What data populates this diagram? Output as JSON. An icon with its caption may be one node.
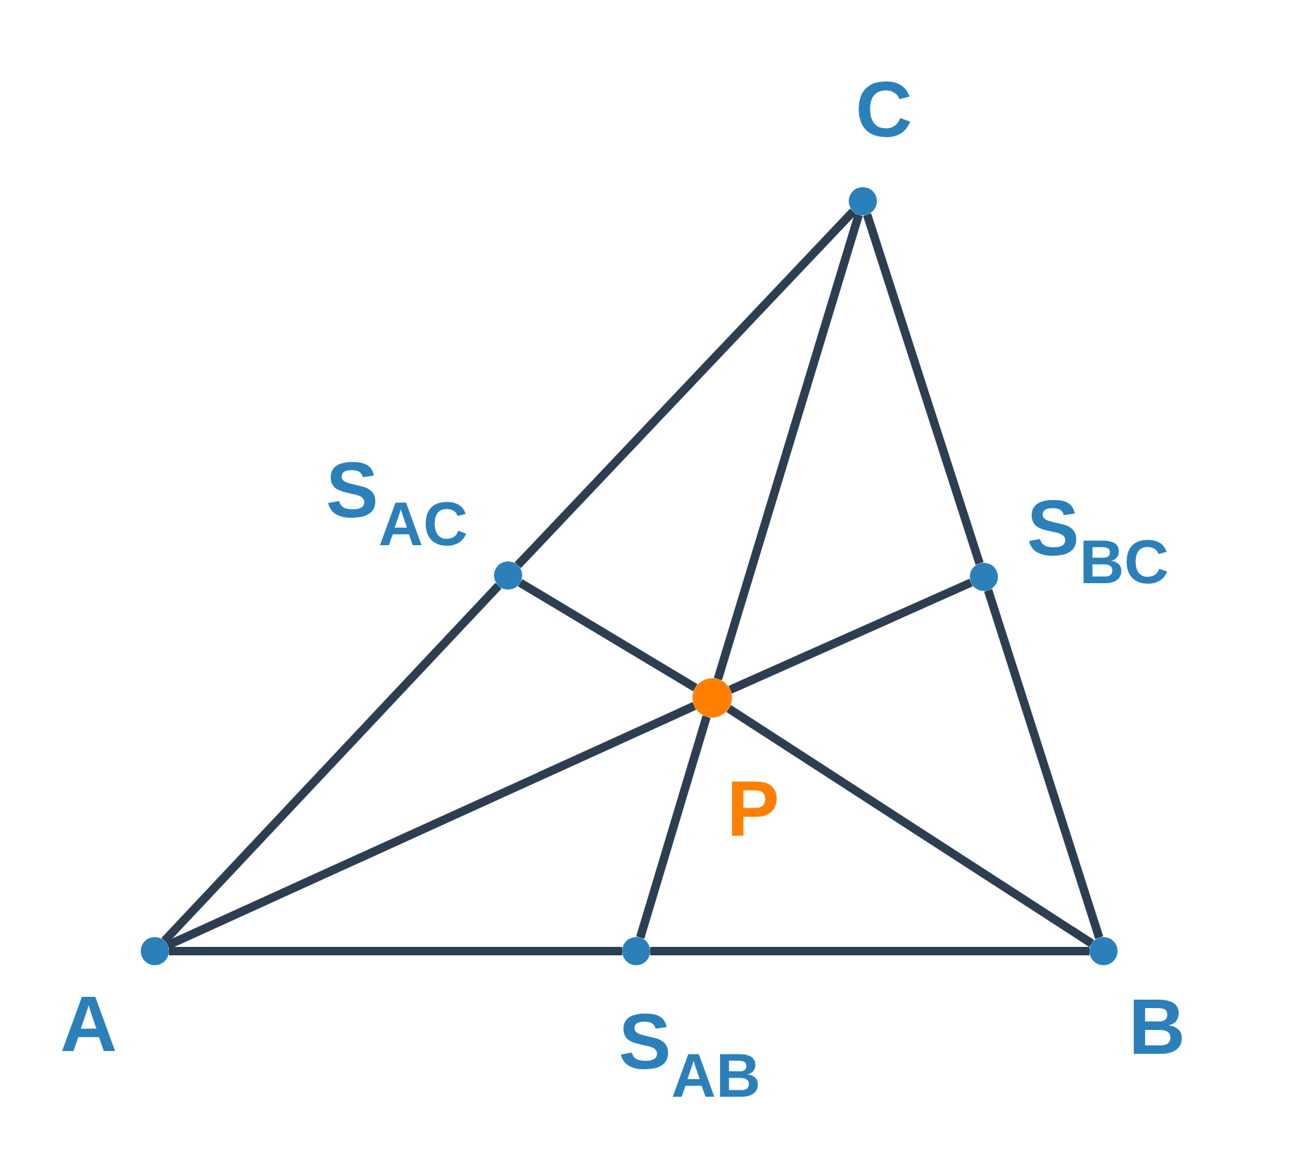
{
  "diagram": {
    "nodes": [
      {
        "text": [],
        "shape": "circle",
        "beside": [
          "A"
        ]
      },
      {
        "text": [],
        "shape": "circle",
        "beside": [
          "B"
        ]
      },
      {
        "text": [],
        "shape": "circle",
        "beside": [
          "C"
        ]
      },
      {
        "text": [],
        "shape": "circle",
        "beside": [
          "S$_{AC}$"
        ]
      },
      {
        "text": [],
        "shape": "circle",
        "beside": [
          "S$_{BC}$"
        ]
      },
      {
        "text": [],
        "shape": "circle",
        "beside": [
          "S$_{AB}$"
        ]
      },
      {
        "text": [],
        "shape": "circle",
        "beside": [
          "P"
        ]
      }
    ],
    "edges": [
      {
        "from": 0,
        "to": 5,
        "arrow": "none"
      },
      {
        "from": 5,
        "to": 1,
        "arrow": "none"
      },
      {
        "from": 0,
        "to": 3,
        "arrow": "none"
      },
      {
        "from": 3,
        "to": 2,
        "arrow": "none"
      },
      {
        "from": 2,
        "to": 4,
        "arrow": "none"
      },
      {
        "from": 4,
        "to": 1,
        "arrow": "none"
      },
      {
        "from": 0,
        "to": 6,
        "arrow": "none"
      },
      {
        "from": 6,
        "to": 4,
        "arrow": "none"
      },
      {
        "from": 2,
        "to": 6,
        "arrow": "none"
      },
      {
        "from": 6,
        "to": 5,
        "arrow": "none"
      },
      {
        "from": 3,
        "to": 6,
        "arrow": "none"
      },
      {
        "from": 6,
        "to": 1,
        "arrow": "none"
      }
    ]
  }
}
